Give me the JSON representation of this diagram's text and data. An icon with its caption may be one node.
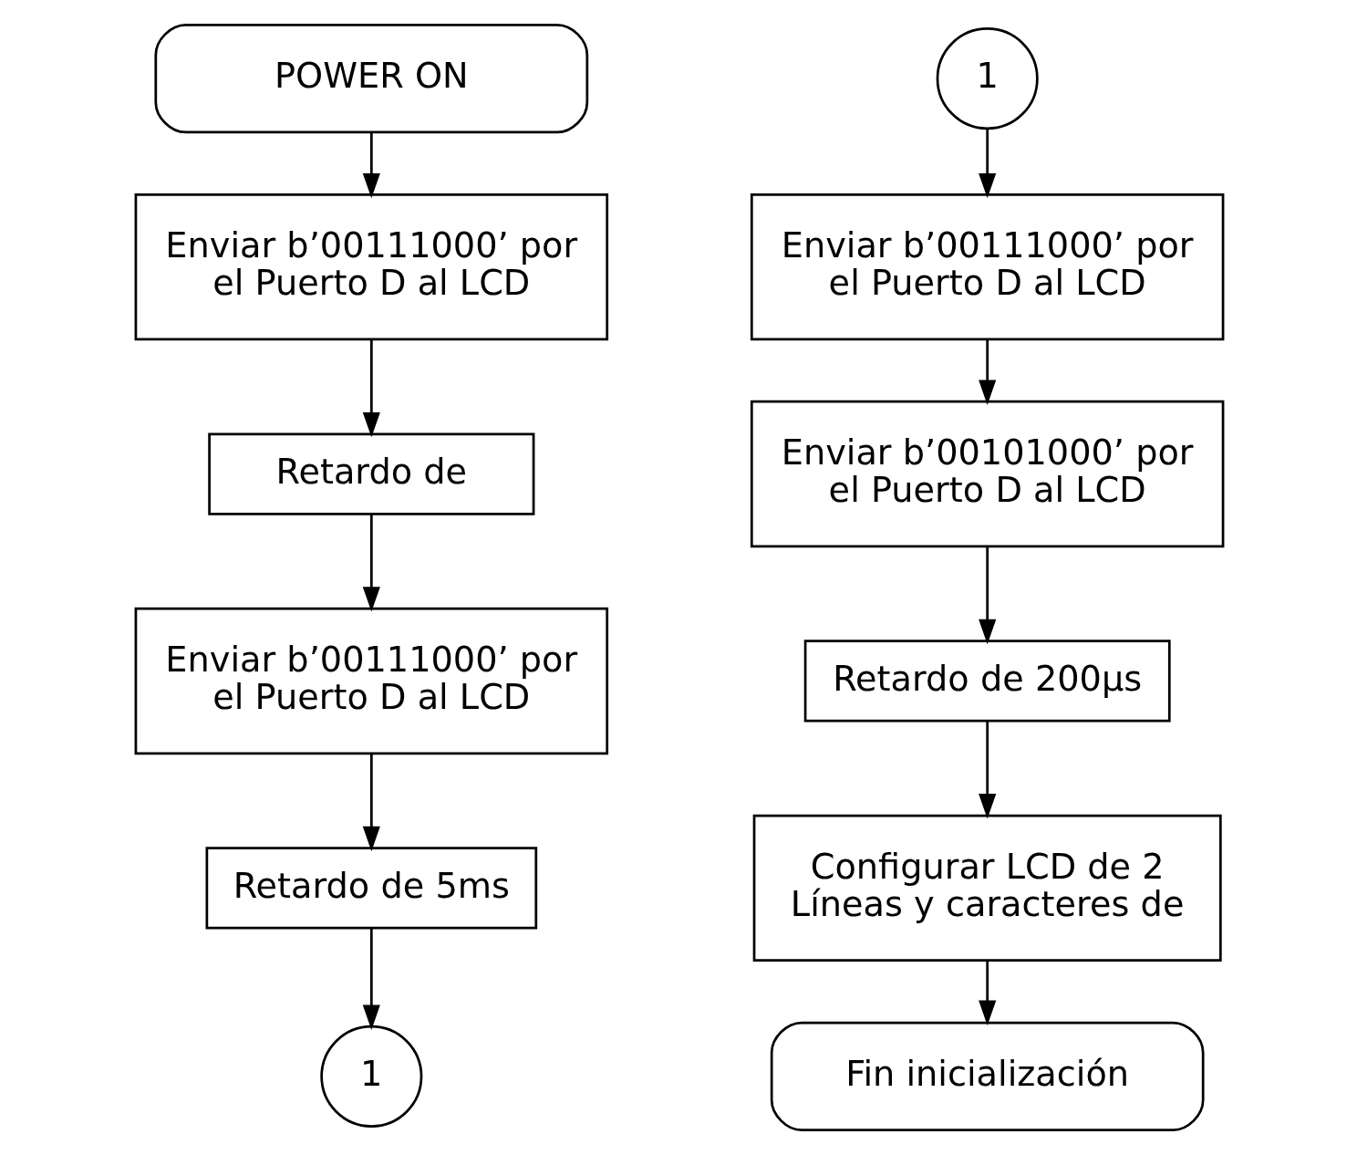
{
  "diagram": {
    "nodes": [
      {
        "text": [
          "POWER ON"
        ]
      },
      {
        "text": [
          "Enviar b’00111000’ por el Puerto D al LCD"
        ]
      },
      {
        "text": [
          "Retardo de"
        ]
      },
      {
        "text": [
          "Enviar b’00111000’ por el Puerto D al LCD"
        ]
      },
      {
        "text": [
          "Retardo de 5ms"
        ]
      },
      {
        "text": [
          "1"
        ]
      },
      {
        "text": [
          "1"
        ]
      },
      {
        "text": [
          "Enviar b’00111000’ por el Puerto D al LCD"
        ]
      },
      {
        "text": [
          "Enviar b’00101000’ por el Puerto D al LCD"
        ]
      },
      {
        "text": [
          "Retardo de 200µs"
        ]
      },
      {
        "text": [
          "Configurar LCD de 2 Líneas y caracteres de"
        ]
      },
      {
        "text": [
          "Fin inicialización"
        ]
      }
    ],
    "edges": [
      {
        "from": 0,
        "to": 1,
        "arrow": "to"
      },
      {
        "from": 1,
        "to": 2,
        "arrow": "to"
      },
      {
        "from": 2,
        "to": 3,
        "arrow": "to"
      },
      {
        "from": 3,
        "to": 4,
        "arrow": "to"
      },
      {
        "from": 4,
        "to": 5,
        "arrow": "to"
      },
      {
        "from": 6,
        "to": 7,
        "arrow": "to"
      },
      {
        "from": 7,
        "to": 8,
        "arrow": "to"
      },
      {
        "from": 8,
        "to": 9,
        "arrow": "to"
      },
      {
        "from": 9,
        "to": 10,
        "arrow": "to"
      },
      {
        "from": 10,
        "to": 11,
        "arrow": "to"
      }
    ]
  }
}
